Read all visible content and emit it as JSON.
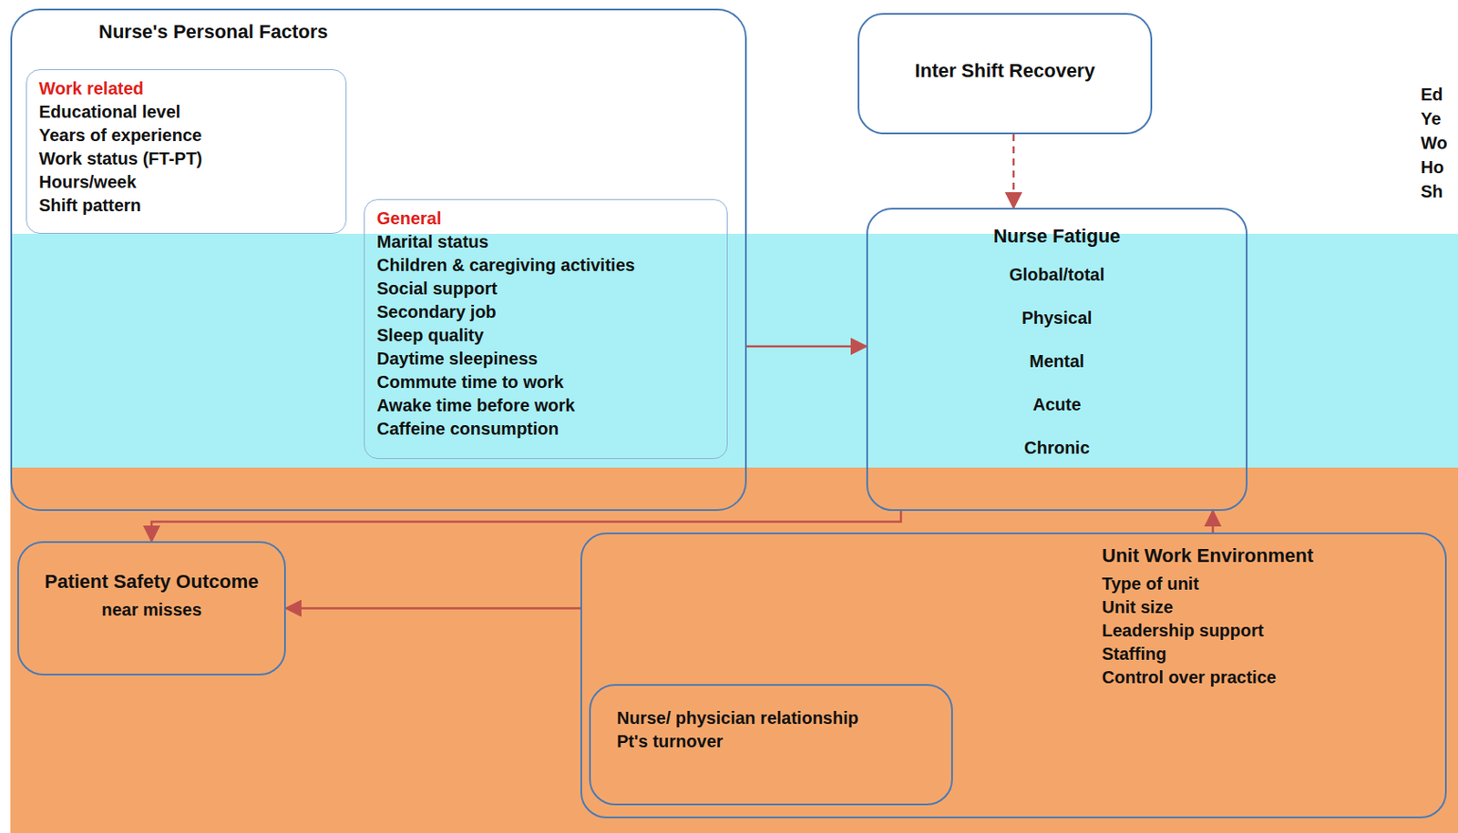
{
  "diagram": {
    "nodes": [
      {
        "text": [
          "Nurse's Personal Factors"
        ]
      },
      {
        "text": [
          "Work related",
          "Educational level",
          "Years of experience",
          "Work status (FT-PT)",
          "Hours/week",
          "Shift pattern"
        ],
        "in": 0
      },
      {
        "text": [
          "General",
          "Marital status",
          "Children & caregiving activities",
          "Social support",
          "Secondary job",
          "Sleep quality",
          "Daytime sleepiness",
          "Commute time to work",
          "Awake time before work",
          "Caffeine consumption"
        ],
        "in": 0
      },
      {
        "text": [
          "Inter Shift Recovery"
        ]
      },
      {
        "text": [
          "Nurse Fatigue",
          "Global/total",
          "Physical",
          "Mental",
          "Acute",
          "Chronic"
        ]
      },
      {
        "text": [
          "Patient Safety Outcome",
          "near misses"
        ]
      },
      {
        "text": [
          "Unit Work Environment",
          "Type of unit",
          "Unit size",
          "Leadership support",
          "Staffing",
          "Control over practice"
        ]
      },
      {
        "text": [
          "Nurse/ physician relationship",
          "Pt's turnover"
        ],
        "in": 6
      }
    ],
    "edges": [
      {
        "from": 0,
        "to": 4,
        "arrow": "to"
      },
      {
        "from": 3,
        "to": 4,
        "arrow": "to"
      },
      {
        "from": 4,
        "to": 5,
        "arrow": "to"
      },
      {
        "from": 6,
        "to": 4,
        "arrow": "to"
      },
      {
        "from": 6,
        "to": 5,
        "arrow": "to"
      }
    ],
    "labels": [
      "Ed",
      "Ye",
      "Wo",
      "Ho",
      "Sh"
    ]
  }
}
